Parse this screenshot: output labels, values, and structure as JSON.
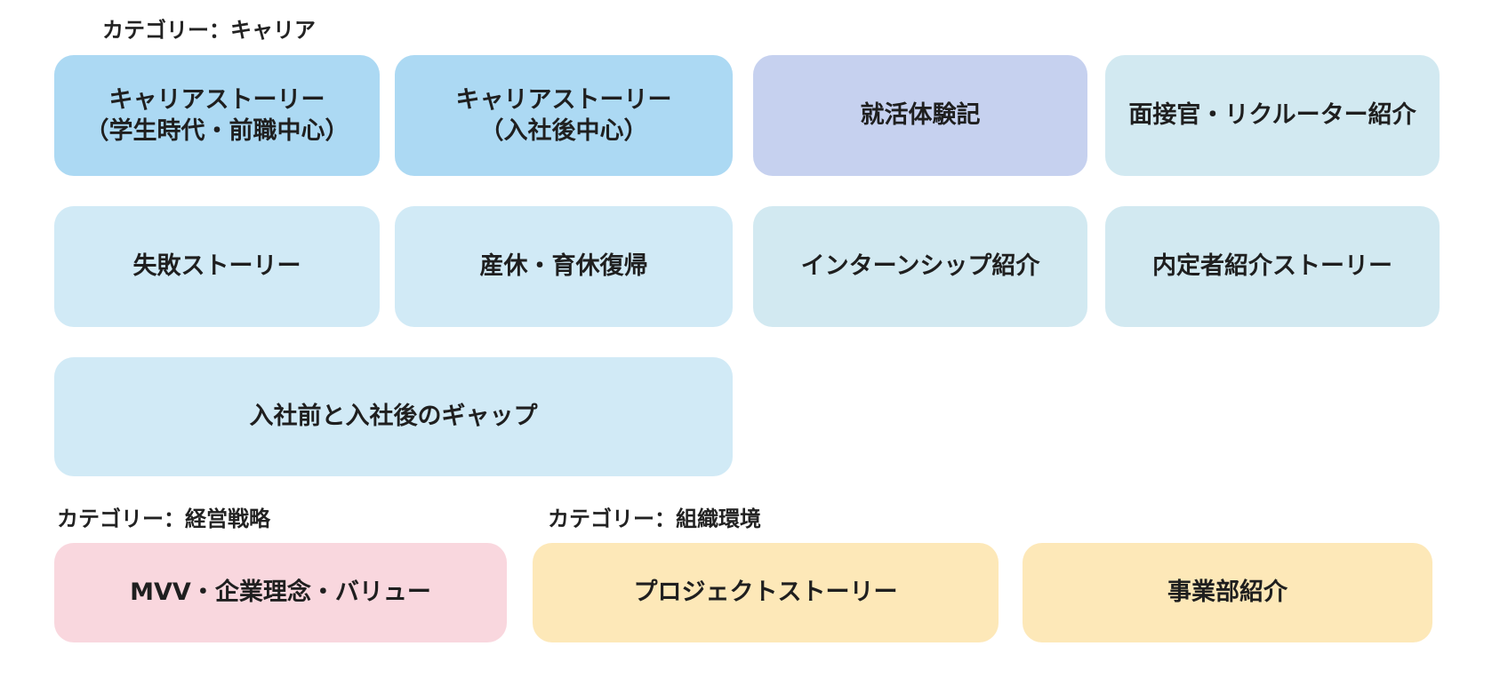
{
  "categories": {
    "career": {
      "label": "カテゴリー：キャリア",
      "cards": [
        {
          "lines": [
            "キャリアストーリー",
            "（学生時代・前職中心）"
          ],
          "color": "#acd9f3"
        },
        {
          "lines": [
            "キャリアストーリー",
            "（入社後中心）"
          ],
          "color": "#acd9f3"
        },
        {
          "lines": [
            "就活体験記"
          ],
          "color": "#c6d1ef"
        },
        {
          "lines": [
            "面接官・リクルーター紹介"
          ],
          "color": "#d2e9f1"
        },
        {
          "lines": [
            "失敗ストーリー"
          ],
          "color": "#d1eaf6"
        },
        {
          "lines": [
            "産休・育休復帰"
          ],
          "color": "#d1eaf6"
        },
        {
          "lines": [
            "インターンシップ紹介"
          ],
          "color": "#d2e9f1"
        },
        {
          "lines": [
            "内定者紹介ストーリー"
          ],
          "color": "#d2e9f1"
        },
        {
          "lines": [
            "入社前と入社後のギャップ"
          ],
          "color": "#d1eaf6"
        }
      ]
    },
    "strategy": {
      "label": "カテゴリー：経営戦略",
      "cards": [
        {
          "lines": [
            "MVV・企業理念・バリュー"
          ],
          "color": "#f9d7de"
        }
      ]
    },
    "organization": {
      "label": "カテゴリー：組織環境",
      "cards": [
        {
          "lines": [
            "プロジェクトストーリー"
          ],
          "color": "#fde8b8"
        },
        {
          "lines": [
            "事業部紹介"
          ],
          "color": "#fde8b8"
        }
      ]
    }
  }
}
